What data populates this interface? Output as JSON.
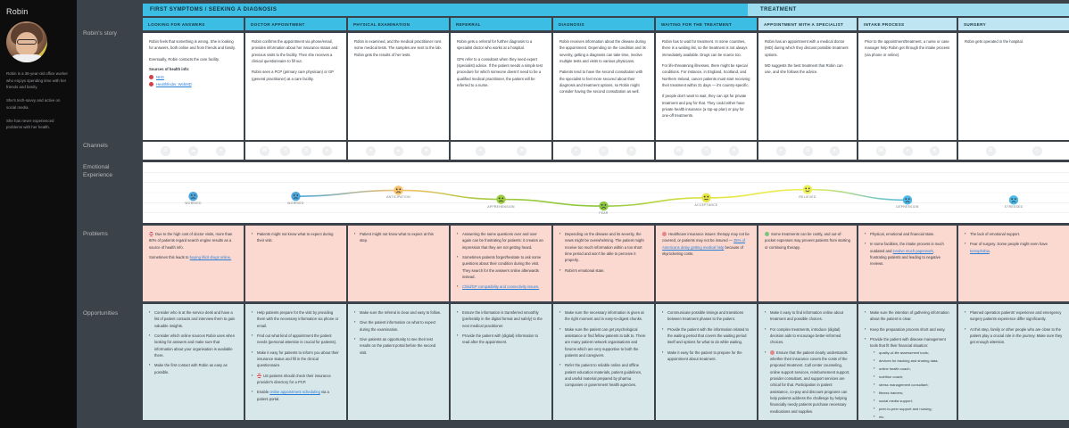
{
  "persona": {
    "name": "Robin",
    "avatar_icon": "persona-avatar",
    "bio_1": "Robin is a 36-year-old office worker who enjoys spending time with her friends and family.",
    "bio_2": "She's tech-savvy and active on social media.",
    "bio_3": "She has never experienced problems with her health."
  },
  "rows": [
    {
      "key": "story",
      "label": "Robin's story"
    },
    {
      "key": "channels",
      "label": "Channels"
    },
    {
      "key": "emotional",
      "label": "Emotional\nExperience"
    },
    {
      "key": "problems",
      "label": "Problems"
    },
    {
      "key": "opportunities",
      "label": "Opportunities"
    }
  ],
  "phases": [
    {
      "label": "FIRST SYMPTOMS / SEEKING A DIAGNOSIS",
      "color": "#3cbde3"
    },
    {
      "label": "TREATMENT",
      "color": "#9ddcee"
    }
  ],
  "stages": [
    {
      "label": "LOOKING FOR ANSWERS",
      "style": "a"
    },
    {
      "label": "DOCTOR APPOINTMENT",
      "style": "a"
    },
    {
      "label": "PHYSICAL EXAMINATION",
      "style": "a"
    },
    {
      "label": "REFERRAL",
      "style": "a"
    },
    {
      "label": "DIAGNOSIS",
      "style": "a"
    },
    {
      "label": "WAITING FOR THE TREATMENT",
      "style": "a"
    },
    {
      "label": "APPOINTMENT WITH A SPECIALIST",
      "style": "b"
    },
    {
      "label": "INTAKE PROCESS",
      "style": "b"
    },
    {
      "label": "SURGERY",
      "style": "b"
    }
  ],
  "story": [
    {
      "paras": [
        "Robin feels that something is wrong. She is looking for answers, both online and from friends and family.",
        "Eventually, Robin contacts the care facility."
      ],
      "sources_heading": "Sources of health info:",
      "sources": [
        "NHS",
        "Healthfinder, WebMD"
      ]
    },
    {
      "paras": [
        "Robin confirms the appointment via phone/email, provides information about her insurance status and previous visits to the facility. Then she receives a clinical questionnaire to fill out.",
        "Robin sees a PCP (primary care physician) or GP (general practitioner) at a care facility."
      ]
    },
    {
      "paras": [
        "Robin is examined, and the medical practitioner runs some medical tests. The samples are sent to the lab. Robin gets the results of her tests."
      ]
    },
    {
      "paras": [
        "Robin gets a referral for further diagnosis to a specialist doctor who works at a hospital.",
        "GPs refer to a consultant when they need expert (specialist) advice. If the patient needs a simple test procedure for which someone doesn't need to be a qualified medical practitioner, the patient will be referred to a nurse."
      ]
    },
    {
      "paras": [
        "Robin receives information about the disease during the appointment. Depending on the condition and its severity, getting a diagnosis can take time, involve multiple tests and visits to various physicians.",
        "Patients tend to have the second consultation with the specialist to feel more secured about their diagnosis and treatment options, so Robin might consider having the second consultation as well."
      ]
    },
    {
      "paras": [
        "Robin has to wait for treatment. In some countries, there is a waiting list, so the treatment is not always immediately available. Drugs can be scarce too.",
        "For life-threatening illnesses, there might be special conditions. For instance, in England, Scotland, and Northern Ireland, cancer patients must start receiving their treatment within 31 days — it's country-specific.",
        "If people don't want to wait, they can opt for private treatment and pay for that. They could either have private health insurance (a top-up plan) or pay for one-off treatments."
      ]
    },
    {
      "paras": [
        "Robin has an appointment with a medical doctor (MD) during which they discuss possible treatment options.",
        "MD suggests the best treatment that Robin can use, and she follows the advice."
      ]
    },
    {
      "paras": [
        "Prior to the appointment/treatment, a nurse or case manager help Robin get through the intake process (via phone or online)."
      ]
    },
    {
      "paras": [
        "Robin gets operated in the hospital."
      ]
    }
  ],
  "channels": [
    [
      "globe-icon",
      "cloud-icon",
      "person-icon"
    ],
    [
      "phone-icon",
      "email-icon",
      "hospital-icon",
      "doctor-icon"
    ],
    [
      "doctor-icon",
      "lab-icon",
      "document-icon"
    ],
    [
      "doctor-icon",
      "document-icon"
    ],
    [
      "doctor-icon",
      "hospital-icon",
      "document-icon"
    ],
    [
      "phone-icon",
      "email-icon",
      "document-icon"
    ],
    [
      "doctor-icon",
      "hospital-icon",
      "person-icon"
    ],
    [
      "phone-icon",
      "nurse-icon",
      "document-icon"
    ],
    [
      "hospital-icon",
      "surgery-icon"
    ]
  ],
  "emotions": [
    {
      "label": "WORRIED",
      "mood": "sad",
      "color": "#4aa7dd",
      "level": 0.52
    },
    {
      "label": "WORRIED",
      "mood": "sad",
      "color": "#4aa7dd",
      "level": 0.52
    },
    {
      "label": "ANTICIPATION",
      "mood": "anxious",
      "color": "#f5c26b",
      "level": 0.68
    },
    {
      "label": "APPREHENSION",
      "mood": "worried",
      "color": "#9ccb3b",
      "level": 0.44
    },
    {
      "label": "FEAR",
      "mood": "scared",
      "color": "#8dc63f",
      "level": 0.26
    },
    {
      "label": "ACCEPTANCE",
      "mood": "neutral",
      "color": "#e4e442",
      "level": 0.48
    },
    {
      "label": "RELIEVED",
      "mood": "happy",
      "color": "#eef059",
      "level": 0.7
    },
    {
      "label": "DEPRESSION",
      "mood": "sad",
      "color": "#4db8e8",
      "level": 0.42
    },
    {
      "label": "STRESSED",
      "mood": "sad",
      "color": "#4db8e8",
      "level": 0.42
    }
  ],
  "problems": [
    {
      "items": [
        {
          "text": "Due to the high cost of doctor visits, more than 80% of patients regard search engine results as a source of health info.",
          "flag": "us",
          "noBullet": true
        },
        {
          "text": "Sometimes this leads to buying illicit drugs online.",
          "link": "buying illicit drugs online.",
          "noBullet": true
        }
      ]
    },
    {
      "items": [
        {
          "text": "Patients might not know what to expect during their visit."
        }
      ]
    },
    {
      "items": [
        {
          "text": "Patient might not know what to expect at this step."
        }
      ]
    },
    {
      "items": [
        {
          "text": "Answering the same questions over and over again can be frustrating for patients: it creates an impression that they are not getting heard."
        },
        {
          "text": "Sometimes patients forget/hesitate to ask some questions about their condition during the visit. They search for the answers online afterwards instead."
        },
        {
          "text": "Child/GP compatibility and connectivity issues.",
          "link": "Child/GP compatibility and connectivity issues."
        }
      ]
    },
    {
      "items": [
        {
          "text": "Depending on the disease and its severity, the news might be overwhelming. The patient might receive too much information within a too short time period and won't be able to perceive it properly."
        },
        {
          "text": "Robin's emotional state."
        }
      ]
    },
    {
      "items": [
        {
          "text": "Healthcare insurance issues: therapy may not be covered, or patients may not be insured — 35% of Americans delay getting medical help because of skyrocketing costs.",
          "flag": "ins",
          "link": "35% of Americans delay getting medical help",
          "noBullet": true
        }
      ]
    },
    {
      "items": [
        {
          "text": "Some treatments can be costly, and out-of-pocket expenses may prevent patients from starting or continuing therapy.",
          "flag": "money",
          "noBullet": true
        }
      ]
    },
    {
      "items": [
        {
          "text": "Physical, emotional and financial state."
        },
        {
          "text": "In some facilities, the intake process is much outdated and involve much paperwork, frustrating patients and leading to negative reviews.",
          "link": "involve much paperwork"
        }
      ]
    },
    {
      "items": [
        {
          "text": "The lack of emotional support."
        },
        {
          "text": "Fear of surgery. Some people might even have tomophobia.",
          "link": "tomophobia"
        }
      ]
    }
  ],
  "opportunities": [
    {
      "items": [
        {
          "text": "Consider who is at the service desk and have a list of patient contacts and interview them to gain valuable insights."
        },
        {
          "text": "Consider which online sources Robin uses when looking for answers and make sure that information about your organisation is available there."
        },
        {
          "text": "Make the first contact with Robin as easy as possible."
        }
      ]
    },
    {
      "items": [
        {
          "text": "Help patients prepare for the visit by providing them with the necessary information via phone or email."
        },
        {
          "text": "Find out what kind of appointment the patient needs (personal attention is crucial for patients)."
        },
        {
          "text": "Make it easy for patients to inform you about their insurance status and fill in the clinical questionnaire."
        },
        {
          "text": "US patients should check their insurance provider's directory for a PCP.",
          "flag": "us"
        },
        {
          "text": "Enable online appointment scheduling via a patient portal.",
          "link": "online appointment scheduling"
        }
      ]
    },
    {
      "items": [
        {
          "text": "Make sure the referral is clear and easy to follow."
        },
        {
          "text": "Give the patient information on what to expect during the examination."
        },
        {
          "text": "Give patients an opportunity to see their test results on the patient portal before the second visit."
        }
      ]
    },
    {
      "items": [
        {
          "text": "Ensure the information is transferred smoothly (preferably in the digital format and safely) to the next medical practitioner."
        },
        {
          "text": "Provide the patient with (digital) information to read after the appointment."
        }
      ]
    },
    {
      "items": [
        {
          "text": "Make sure the necessary information is given at the right moment and in easy-to-digest chunks."
        },
        {
          "text": "Make sure the patient can get psychological assistance or find fellow patients to talk to. There are many patient network organisations and forums which are very supportive to both the patients and caregivers."
        },
        {
          "text": "Refer the patient to reliable online and offline patient education materials, patient guidelines, and useful material prepared by pharma companies or government health agencies."
        }
      ]
    },
    {
      "items": [
        {
          "text": "Communicate possible timings and transitions between treatment phases to the patient."
        },
        {
          "text": "Provide the patient with the information related to the waiting period that covers the waiting period itself and options for what to do while waiting."
        },
        {
          "text": "Make it easy for the patient to prepare for the appointment about treatment."
        }
      ]
    },
    {
      "items": [
        {
          "text": "Make it easy to find information online about treatment and possible choices."
        },
        {
          "text": "For complex treatments, introduce (digital) decision aids to encourage better-informed choices."
        },
        {
          "text": "Ensure that the patient clearly understands whether their insurance covers the costs of the proposed treatment. Call center counseling, online support services, reimbursement support, provider consultant, and support services are critical for that. Participation in patient assistance, co-pay and discount programs can help patients address the challenge by helping financially needy patients purchase necessary medications and supplies.",
          "flag": "ins"
        }
      ]
    },
    {
      "items": [
        {
          "text": "Make sure the intention of gathering information about the patient is clear."
        },
        {
          "text": "Keep the preparation process short and easy."
        },
        {
          "text": "Provide the patient with disease management tools that fit their financial situation:",
          "sub": [
            "quality-of-life assessment tools;",
            "devices for tracking and sharing data;",
            "online health coach;",
            "nutrition coach;",
            "stress management consultant;",
            "fitness trainers;",
            "social media support;",
            "peer-to-peer support and nursing;",
            "etc."
          ]
        }
      ]
    },
    {
      "items": [
        {
          "text": "Planned operation patients' experience and emergency surgery patients experience differ significantly."
        },
        {
          "text": "At this step, family or other people who are close to the patient play a crucial role in the journey. Make sure they get enough attention."
        }
      ]
    }
  ]
}
